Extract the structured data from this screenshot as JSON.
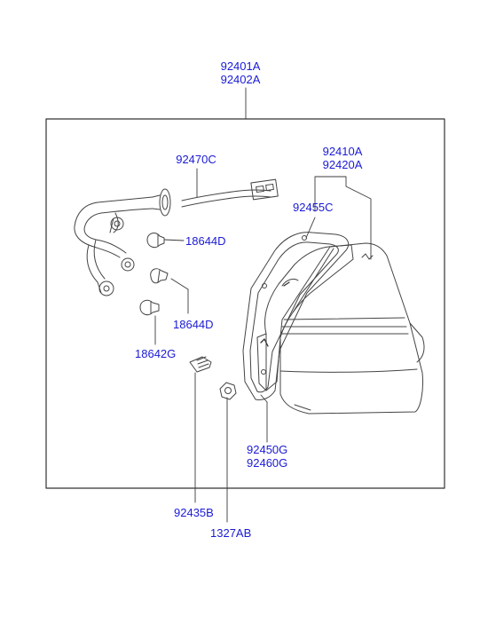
{
  "colors": {
    "label": "#1a1ad6",
    "line": "#3a3a3a",
    "part": "#444444"
  },
  "labels": {
    "assembly_lh": "92401A",
    "assembly_rh": "92402A",
    "wiring": "92470C",
    "lens_lh": "92410A",
    "lens_rh": "92420A",
    "gasket": "92455C",
    "bulb_upper": "18644D",
    "bulb_middle": "18644D",
    "bulb_lower": "18642G",
    "housing_lh": "92450G",
    "housing_rh": "92460G",
    "screw": "92435B",
    "nut": "1327AB"
  }
}
